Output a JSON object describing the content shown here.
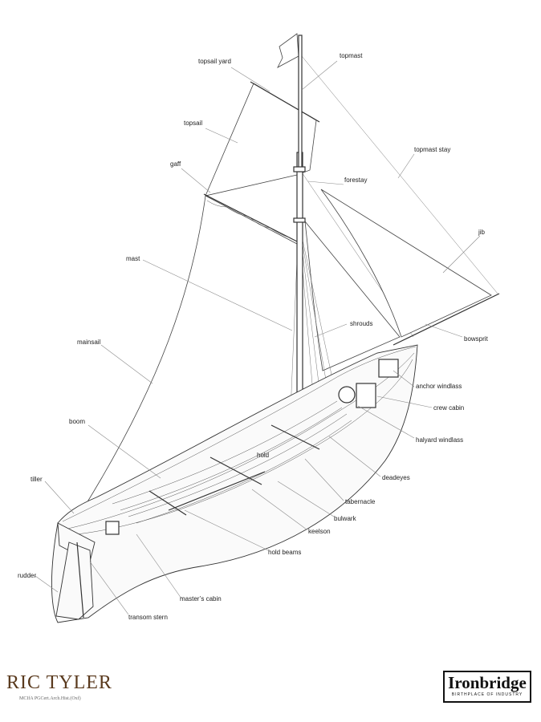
{
  "labels": {
    "topsail_yard": "topsail yard",
    "topmast": "topmast",
    "topsail": "topsail",
    "topmast_stay": "topmast stay",
    "gaff": "gaff",
    "forestay": "forestay",
    "jib": "jib",
    "mast": "mast",
    "shrouds": "shrouds",
    "bowsprit": "bowsprit",
    "mainsail": "mainsail",
    "anchor_windlass": "anchor windlass",
    "crew_cabin": "crew cabin",
    "boom": "boom",
    "halyard_windlass": "halyard windlass",
    "hold": "hold",
    "deadeyes": "deadeyes",
    "tiller": "tiller",
    "tabernacle": "tabernacle",
    "bulwark": "bulwark",
    "keelson": "keelson",
    "hold_beams": "hold beams",
    "rudder": "rudder",
    "masters_cabin": "master’s cabin",
    "transom_stern": "transom stern"
  },
  "branding": {
    "author": "RIC TYLER",
    "credentials": "MCIfA  PGCert.Arch.Hist.(Oxf)",
    "logo_name": "Ironbridge",
    "logo_tagline": "BIRTHPLACE OF INDUSTRY"
  },
  "colors": {
    "author": "#5a3a1e",
    "ink": "#333333",
    "leader": "#8a8a8a"
  }
}
